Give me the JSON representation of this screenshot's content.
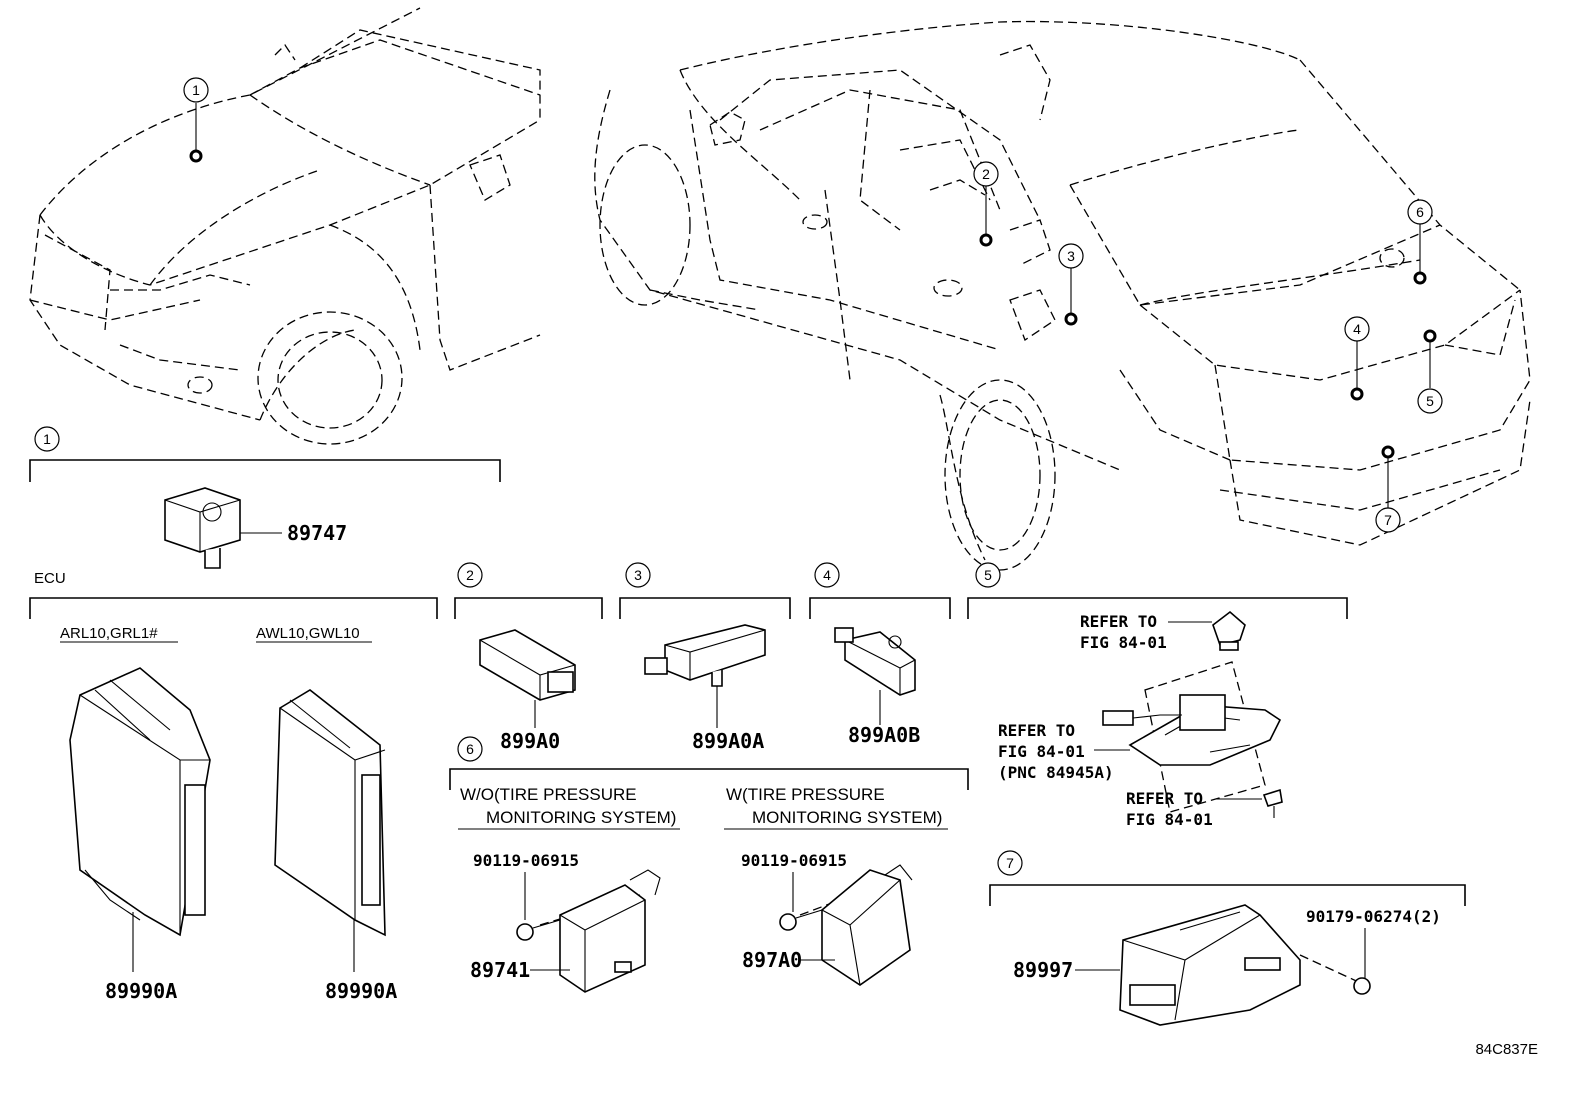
{
  "callouts": {
    "c1": "1",
    "c2": "2",
    "c3": "3",
    "c4": "4",
    "c5": "5",
    "c6": "6",
    "c7": "7"
  },
  "parts": {
    "p89747": "89747",
    "ecu_label": "ECU",
    "ecu_left_model": "ARL10,GRL1#",
    "ecu_right_model": "AWL10,GWL10",
    "ecu_left_pn": "89990A",
    "ecu_right_pn": "89990A",
    "p899A0": "899A0",
    "p899A0A": "899A0A",
    "p899A0B": "899A0B",
    "wo_line1": "W/O(TIRE PRESSURE",
    "wo_line2": "MONITORING SYSTEM)",
    "w_line1": "W(TIRE PRESSURE",
    "w_line2": "MONITORING SYSTEM)",
    "bolt_left": "90119-06915",
    "bolt_right": "90119-06915",
    "p89741": "89741",
    "p897A0": "897A0",
    "refer_top_1": "REFER TO",
    "refer_top_2": "FIG 84-01",
    "refer_mid_1": "REFER TO",
    "refer_mid_2": "FIG 84-01",
    "refer_mid_3": "(PNC 84945A)",
    "refer_bot_1": "REFER TO",
    "refer_bot_2": "FIG 84-01",
    "p89997": "89997",
    "nut_pn": "90179-06274(2)"
  },
  "diagram_code": "84C837E"
}
